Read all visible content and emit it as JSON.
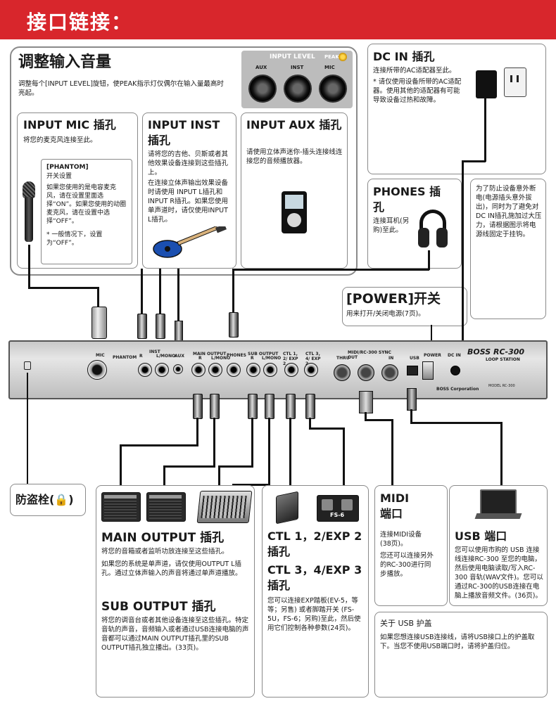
{
  "header": {
    "title": "接口链接："
  },
  "input_level": {
    "heading": "调整输入音量",
    "desc": "调整每个[INPUT LEVEL]旋钮，使PEAK指示灯仅偶尔在输入量最高时亮起。",
    "panel_title": "INPUT LEVEL",
    "panel_peak": "PEAK",
    "knobs": [
      "AUX",
      "INST",
      "MIC"
    ]
  },
  "input_mic": {
    "heading": "INPUT MIC 插孔",
    "desc": "将您的麦克风连接至此。",
    "phantom_title": "[PHANTOM]",
    "phantom_sub": "开关设置",
    "phantom_text": "如果您使用的是电容麦克风，请在设置里面选择“ON”。如果您使用的动圈麦克风，请在设置中选择“OFF”。",
    "phantom_note": "* 一般情况下，设置为“OFF”。"
  },
  "input_inst": {
    "heading": "INPUT INST 插孔",
    "desc1": "请将您的吉他、贝斯或者其他效果设备连接到这些插孔上。",
    "desc2": "在连接立体声输出效果设备时请使用 INPUT L插孔和INPUT R插孔。如果您使用单声道时，请仅使用INPUT L插孔。"
  },
  "input_aux": {
    "heading": "INPUT AUX 插孔",
    "desc": "请使用立体声迷你-插头连接线连接您的音频播放器。"
  },
  "dc_in": {
    "heading": "DC IN 插孔",
    "desc": "连接所带的AC适配器至此。",
    "note": "* 请仅使用设备所带的AC适配器。使用其他的适配器有可能导致设备过热和故障。"
  },
  "phones": {
    "heading": "PHONES 插孔",
    "desc": "连接耳机(另购)至此。"
  },
  "cable_note": {
    "text": "为了防止设备意外断电(电源插头意外拔出)，同时为了避免对DC IN插孔施加过大压力，请根据图示将电源线固定于挂钩。"
  },
  "power": {
    "heading": "[POWER]开关",
    "desc": "用来打开/关闭电源(7页)。"
  },
  "panel": {
    "brand": "BOSS RC-300",
    "sub": "LOOP STATION",
    "labels": [
      "MIC",
      "PHANTOM",
      "INST",
      "L/MONO",
      "R",
      "AUX",
      "MAIN OUTPUT",
      "R",
      "L/MONO",
      "PHONES",
      "SUB OUTPUT",
      "R",
      "L/MONO",
      "CTL 1, 2/ EXP 2",
      "CTL 3, 4/ EXP 2",
      "THRU",
      "MIDI/RC-300 SYNC OUT",
      "IN",
      "USB",
      "POWER",
      "DC IN"
    ],
    "roland": "BOSS Corporation",
    "model": "MODEL RC-300"
  },
  "security": {
    "heading": "防盗栓(🔒)"
  },
  "main_output": {
    "heading": "MAIN OUTPUT 插孔",
    "desc1": "将您的音箱或者监听功放连接至这些插孔。",
    "desc2": "如果您的系统是单声道，请仅使用OUTPUT L插孔。通过立体声输入的声音将通过单声道播放。"
  },
  "sub_output": {
    "heading": "SUB OUTPUT 插孔",
    "desc": "将您的调音台或者其他设备连接至这些插孔。特定音轨的声音，音频输入或者通过USB连接电脑的声音都可以通过MAIN OUTPUT插孔里的SUB OUTPUT插孔独立播出。(33页)。"
  },
  "ctl": {
    "heading1": "CTL 1，2/EXP 2 插孔",
    "heading2": "CTL 3，4/EXP 3 插孔",
    "desc": "您可以连接EXP踏板(EV-5，等等；另售) 或者脚踏开关 (FS-5U，FS-6；另购)至此，然后使用它们控制各种参数(24页)。",
    "pedal_label": "FS-6"
  },
  "midi": {
    "heading": "MIDI 端口",
    "desc1": "连接MIDI设备(38页)。",
    "desc2": "您还可以连接另外的RC-300进行同步播放。"
  },
  "usb": {
    "heading": "USB 端口",
    "desc": "您可以使用市购的 USB 连接线连接RC-300 至您的电脑，然后使用电脑读取/写入RC-300 音轨(WAV文件)。您可以通过RC-300的USB连接在电脑上播放音频文件。(36页)。",
    "cover_title": "关于 USB 护盖",
    "cover_desc": "如果您想连接USB连接线，请将USB接口上的护盖取下。当您不使用USB端口时，请将护盖归位。"
  }
}
